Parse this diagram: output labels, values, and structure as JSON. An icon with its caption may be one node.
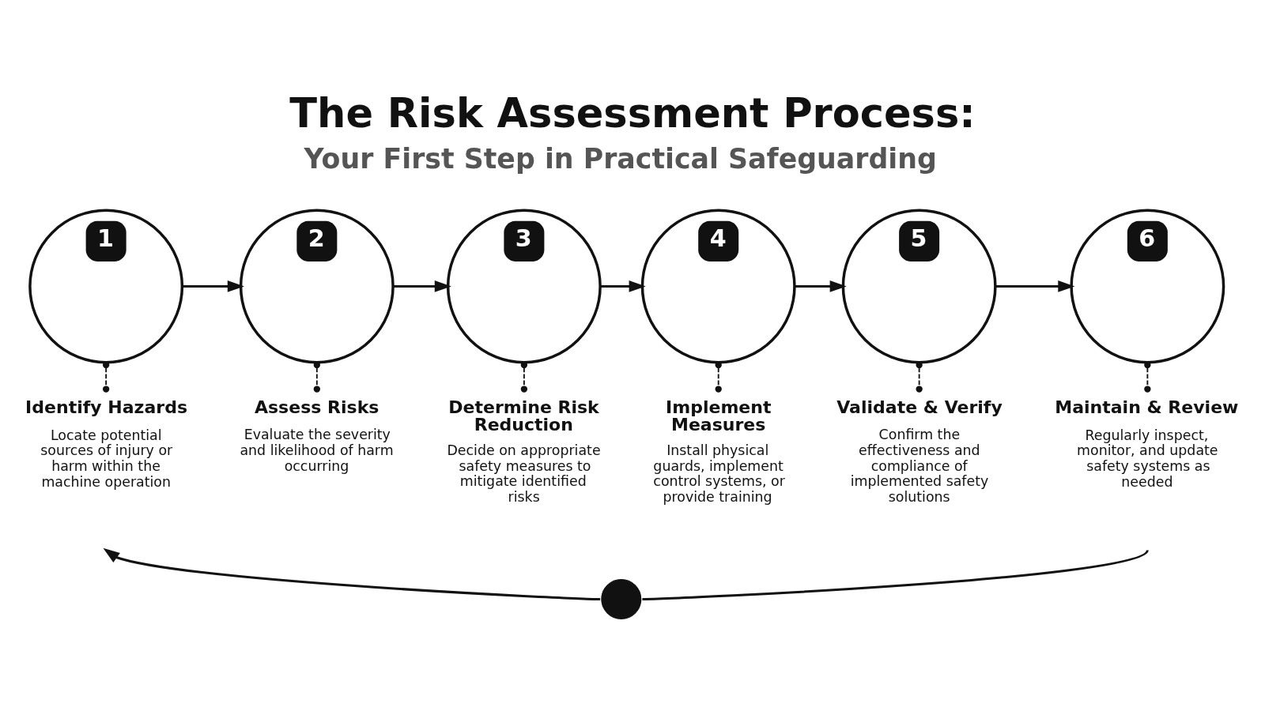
{
  "diagram": {
    "title": "The Risk Assessment Process:",
    "nodes": [
      {
        "text": [
          "1"
        ]
      },
      {
        "text": [
          "2"
        ]
      },
      {
        "text": [
          "3"
        ]
      },
      {
        "text": [
          "4"
        ]
      },
      {
        "text": [
          "5"
        ]
      },
      {
        "text": [
          "6"
        ]
      },
      {
        "text": [
          "Identify Hazards",
          "Locate potential sources of injury or harm within the machine operation"
        ]
      },
      {
        "text": [
          "Assess Risks",
          "Evaluate the severity and likelihood of harm occurring"
        ]
      },
      {
        "text": [
          "Determine Risk Reduction",
          "Decide on appropriate safety measures to mitigate identified risks"
        ]
      },
      {
        "text": [
          "Implement Measures",
          "Install physical guards, implement control systems, or provide training"
        ]
      },
      {
        "text": [
          "Validate & Verify",
          "Confirm the effectiveness and compliance of implemented safety solutions"
        ]
      },
      {
        "text": [
          "Maintain & Review",
          "Regularly inspect, monitor, and update safety systems as needed"
        ]
      },
      {
        "text": [],
        "shape": "circle"
      }
    ],
    "edges": [
      {
        "from": 0,
        "to": 1,
        "arrow": "to"
      },
      {
        "from": 1,
        "to": 2,
        "arrow": "to"
      },
      {
        "from": 2,
        "to": 3,
        "arrow": "to"
      },
      {
        "from": 3,
        "to": 4,
        "arrow": "to"
      },
      {
        "from": 4,
        "to": 5,
        "arrow": "to"
      },
      {
        "from": 0,
        "to": 6,
        "arrow": "other",
        "style": "dashed"
      },
      {
        "from": 1,
        "to": 7,
        "arrow": "other",
        "style": "dashed"
      },
      {
        "from": 2,
        "to": 8,
        "arrow": "other",
        "style": "dashed"
      },
      {
        "from": 3,
        "to": 9,
        "arrow": "other",
        "style": "dashed"
      },
      {
        "from": 4,
        "to": 10,
        "arrow": "other",
        "style": "dashed"
      },
      {
        "from": 5,
        "to": 11,
        "arrow": "other",
        "style": "dashed"
      },
      {
        "from": 11,
        "to": 12,
        "arrow": "none"
      },
      {
        "from": 12,
        "to": 6,
        "arrow": "to"
      }
    ],
    "labels": [
      "Your First Step in Practical Safeguarding"
    ]
  }
}
